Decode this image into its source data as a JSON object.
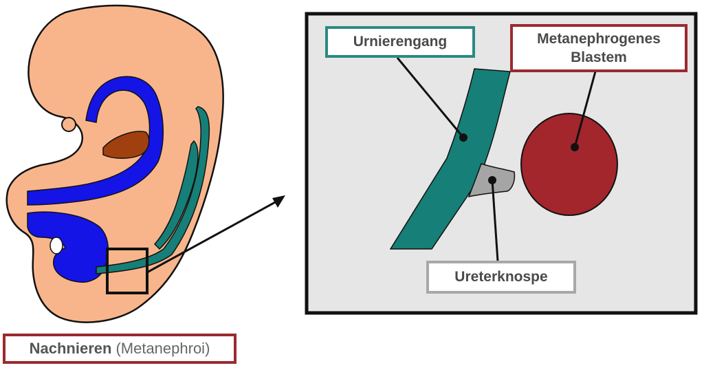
{
  "labels": {
    "urnierengang": "Urnierengang",
    "blastem_line1": "Metanephrogenes",
    "blastem_line2": "Blastem",
    "ureterknospe": "Ureterknospe"
  },
  "caption": {
    "main": "Nachnieren",
    "sub": "(Metanephroi)"
  },
  "colors": {
    "embryo": "#f8b58c",
    "blue": "#1414e6",
    "teal": "#167f77",
    "liver": "#a0400e",
    "blastem": "#a3262c",
    "panel_bg": "#e6e6e6",
    "bud": "#a5a5a5"
  }
}
